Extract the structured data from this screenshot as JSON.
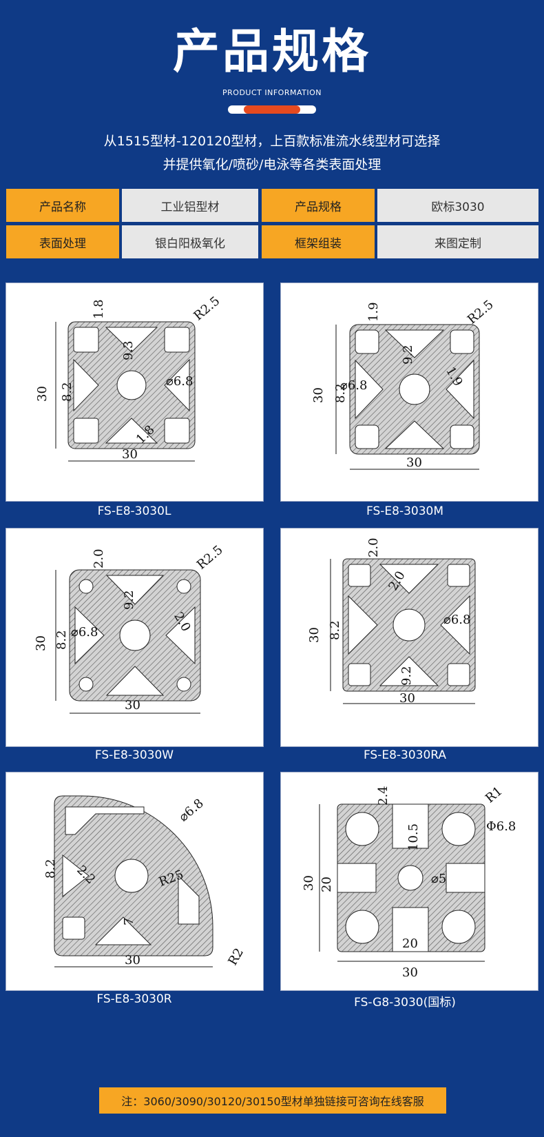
{
  "header": {
    "title": "产品规格",
    "subtitle": "PRODUCT INFORMATION",
    "intro_line1": "从1515型材-120120型材，上百款标准流水线型材可选择",
    "intro_line2": "并提供氧化/喷砂/电泳等各类表面处理"
  },
  "specs": [
    {
      "key": "产品名称",
      "value": "工业铝型材"
    },
    {
      "key": "产品规格",
      "value": "欧标3030"
    },
    {
      "key": "表面处理",
      "value": "银白阳极氧化"
    },
    {
      "key": "框架组装",
      "value": "来图定制"
    }
  ],
  "products": [
    {
      "model": "FS-E8-3030L",
      "dims": [
        "1.8",
        "R2.5",
        "9.3",
        "30",
        "8.2",
        "⌀6.8",
        "1.8",
        "30"
      ]
    },
    {
      "model": "FS-E8-3030M",
      "dims": [
        "1.9",
        "R2.5",
        "9.2",
        "30",
        "8.2",
        "⌀6.8",
        "1.9",
        "30"
      ]
    },
    {
      "model": "FS-E8-3030W",
      "dims": [
        "2.0",
        "R2.5",
        "9.2",
        "30",
        "8.2",
        "⌀6.8",
        "2.0",
        "30"
      ]
    },
    {
      "model": "FS-E8-3030RA",
      "dims": [
        "2.0",
        "2.0",
        "30",
        "8.2",
        "⌀6.8",
        "9.2",
        "30"
      ]
    },
    {
      "model": "FS-E8-3030R",
      "dims": [
        "⌀6.8",
        "8.2",
        "2.2",
        "R25",
        "7",
        "30",
        "R2"
      ]
    },
    {
      "model": "FS-G8-3030(国标)",
      "dims": [
        "2.4",
        "R1",
        "10.5",
        "Φ6.8",
        "30",
        "20",
        "⌀5",
        "20",
        "30"
      ]
    }
  ],
  "note": "注：3060/3090/30120/30150型材单独链接可咨询在线客服",
  "colors": {
    "background": "#0f3a86",
    "accent_orange": "#f7a623",
    "accent_red": "#e64a1f"
  }
}
